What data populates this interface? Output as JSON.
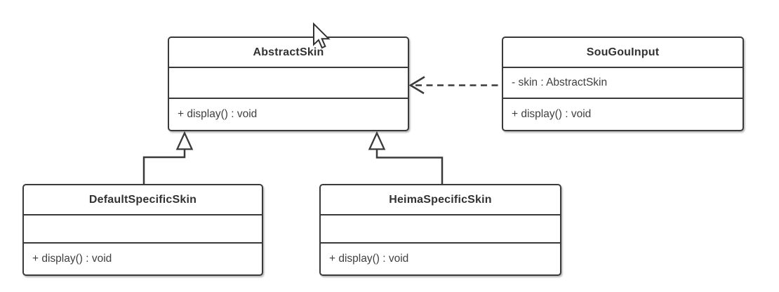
{
  "diagram_type": "uml-class-diagram",
  "colors": {
    "background": "#ffffff",
    "stroke": "#3a3a3a",
    "title_text": "#323232",
    "member_text": "#3f3f3f",
    "box_fill": "#ffffff"
  },
  "classes": [
    {
      "name": "AbstractSkin",
      "attributes": [],
      "methods": [
        "+ display() : void"
      ]
    },
    {
      "name": "SouGouInput",
      "attributes": [
        "- skin : AbstractSkin"
      ],
      "methods": [
        "+ display() : void"
      ]
    },
    {
      "name": "DefaultSpecificSkin",
      "attributes": [],
      "methods": [
        "+ display() : void"
      ]
    },
    {
      "name": "HeimaSpecificSkin",
      "attributes": [],
      "methods": [
        "+ display() : void"
      ]
    }
  ],
  "relationships": [
    {
      "type": "generalization",
      "from": "DefaultSpecificSkin",
      "to": "AbstractSkin",
      "line": "solid",
      "marker": "hollow-triangle"
    },
    {
      "type": "generalization",
      "from": "HeimaSpecificSkin",
      "to": "AbstractSkin",
      "line": "solid",
      "marker": "hollow-triangle"
    },
    {
      "type": "dependency",
      "from": "SouGouInput",
      "to": "AbstractSkin",
      "line": "dashed",
      "marker": "open-arrow"
    }
  ],
  "cursor": {
    "type": "arrow-pointer"
  }
}
